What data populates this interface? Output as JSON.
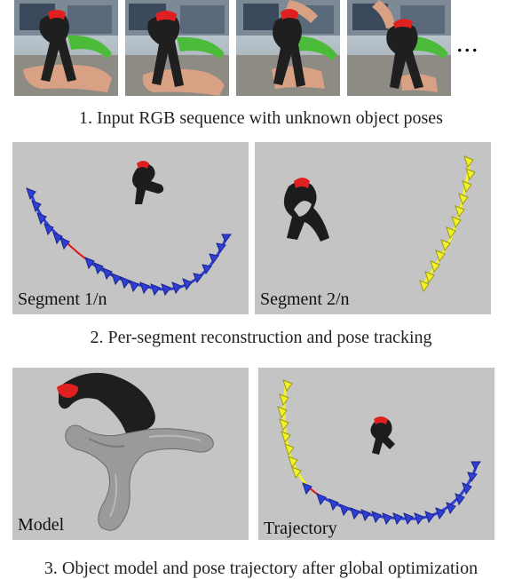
{
  "ellipsis": "...",
  "captions": {
    "step1": "1. Input RGB sequence with unknown object poses",
    "step2": "2. Per-segment reconstruction and pose tracking",
    "step3": "3. Object model and pose trajectory after global optimization"
  },
  "panels": {
    "segment1": "Segment 1/n",
    "segment2": "Segment 2/n",
    "model": "Model",
    "trajectory": "Trajectory"
  },
  "colors": {
    "panel_bg": "#c4c4c4",
    "trajectory_blue": "#2f3fd6",
    "trajectory_yellow": "#f2f22a",
    "link_red": "#e01818",
    "object_dark": "#1c1c1c",
    "object_gray": "#9a9a9a",
    "tip_red": "#e02020"
  }
}
